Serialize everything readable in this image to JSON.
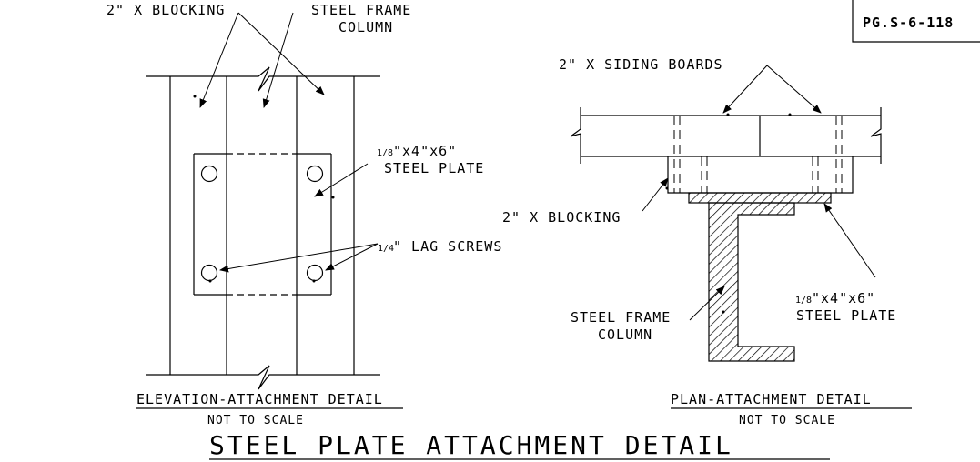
{
  "sheet_id": "PG.S-6-118",
  "elevation": {
    "callout_blocking": "2\" X  BLOCKING",
    "callout_column_line1": "STEEL FRAME",
    "callout_column_line2": "COLUMN",
    "plate_fraction": "1/8",
    "plate_dims": "\"x4\"x6\"",
    "plate_name": "STEEL PLATE",
    "lag_fraction": "1/4",
    "lag_label": "\" LAG SCREWS",
    "caption": "ELEVATION-ATTACHMENT DETAIL",
    "scale": "NOT TO SCALE"
  },
  "plan": {
    "callout_siding": "2\" X SIDING BOARDS",
    "callout_blocking": "2\" X BLOCKING",
    "callout_column_line1": "STEEL FRAME",
    "callout_column_line2": "COLUMN",
    "plate_fraction": "1/8",
    "plate_dims": "\"x4\"x6\"",
    "plate_name": "STEEL PLATE",
    "caption": "PLAN-ATTACHMENT DETAIL",
    "scale": "NOT TO SCALE"
  },
  "main_title": "STEEL PLATE ATTACHMENT DETAIL"
}
